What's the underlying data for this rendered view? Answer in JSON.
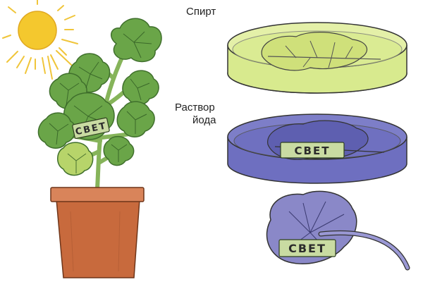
{
  "labels": {
    "alcohol": "Спирт",
    "iodine_line1": "Раствор",
    "iodine_line2": "йода"
  },
  "stencil_text": "СВЕТ",
  "colors": {
    "sun": "#f4c82e",
    "sun_rays": "#f0c53a",
    "leaf": "#6aa548",
    "leaf_light": "#b7d46a",
    "stem": "#86b45a",
    "pot": "#c86a3d",
    "pot_rim": "#d9845a",
    "alcohol_liquid": "#d8ea8e",
    "iodine_liquid": "#6e6fc0",
    "blue_leaf": "#8a88c8",
    "stencil": "#c9dba2"
  },
  "icons": [
    "sun-icon",
    "potted-plant-icon",
    "petri-dish-icon",
    "leaf-icon"
  ]
}
